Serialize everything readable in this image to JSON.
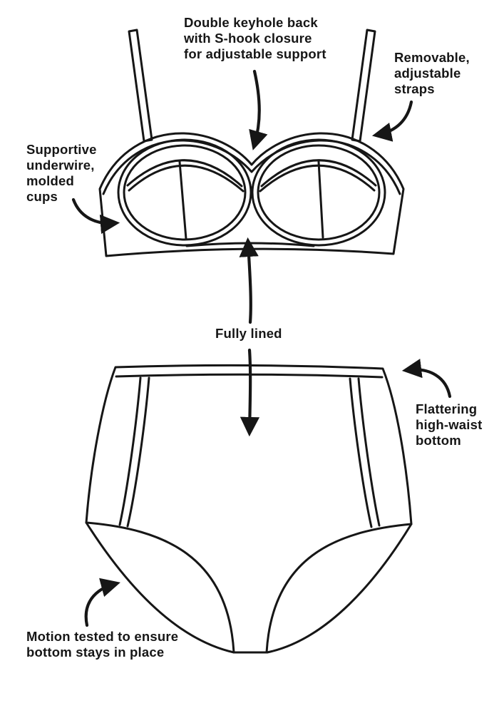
{
  "diagram": {
    "labels": [
      {
        "id": "keyhole",
        "text": "Double keyhole back\nwith S-hook closure\nfor adjustable support"
      },
      {
        "id": "straps",
        "text": "Removable,\nadjustable\nstraps"
      },
      {
        "id": "underwire",
        "text": "Supportive\nunderwire,\nmolded\ncups"
      },
      {
        "id": "lined",
        "text": "Fully lined"
      },
      {
        "id": "highwaist",
        "text": "Flattering\nhigh-waist\nbottom"
      },
      {
        "id": "motion",
        "text": "Motion tested to ensure\nbottom stays in place"
      }
    ],
    "colors": {
      "ink": "#161616",
      "background": "#ffffff"
    }
  }
}
